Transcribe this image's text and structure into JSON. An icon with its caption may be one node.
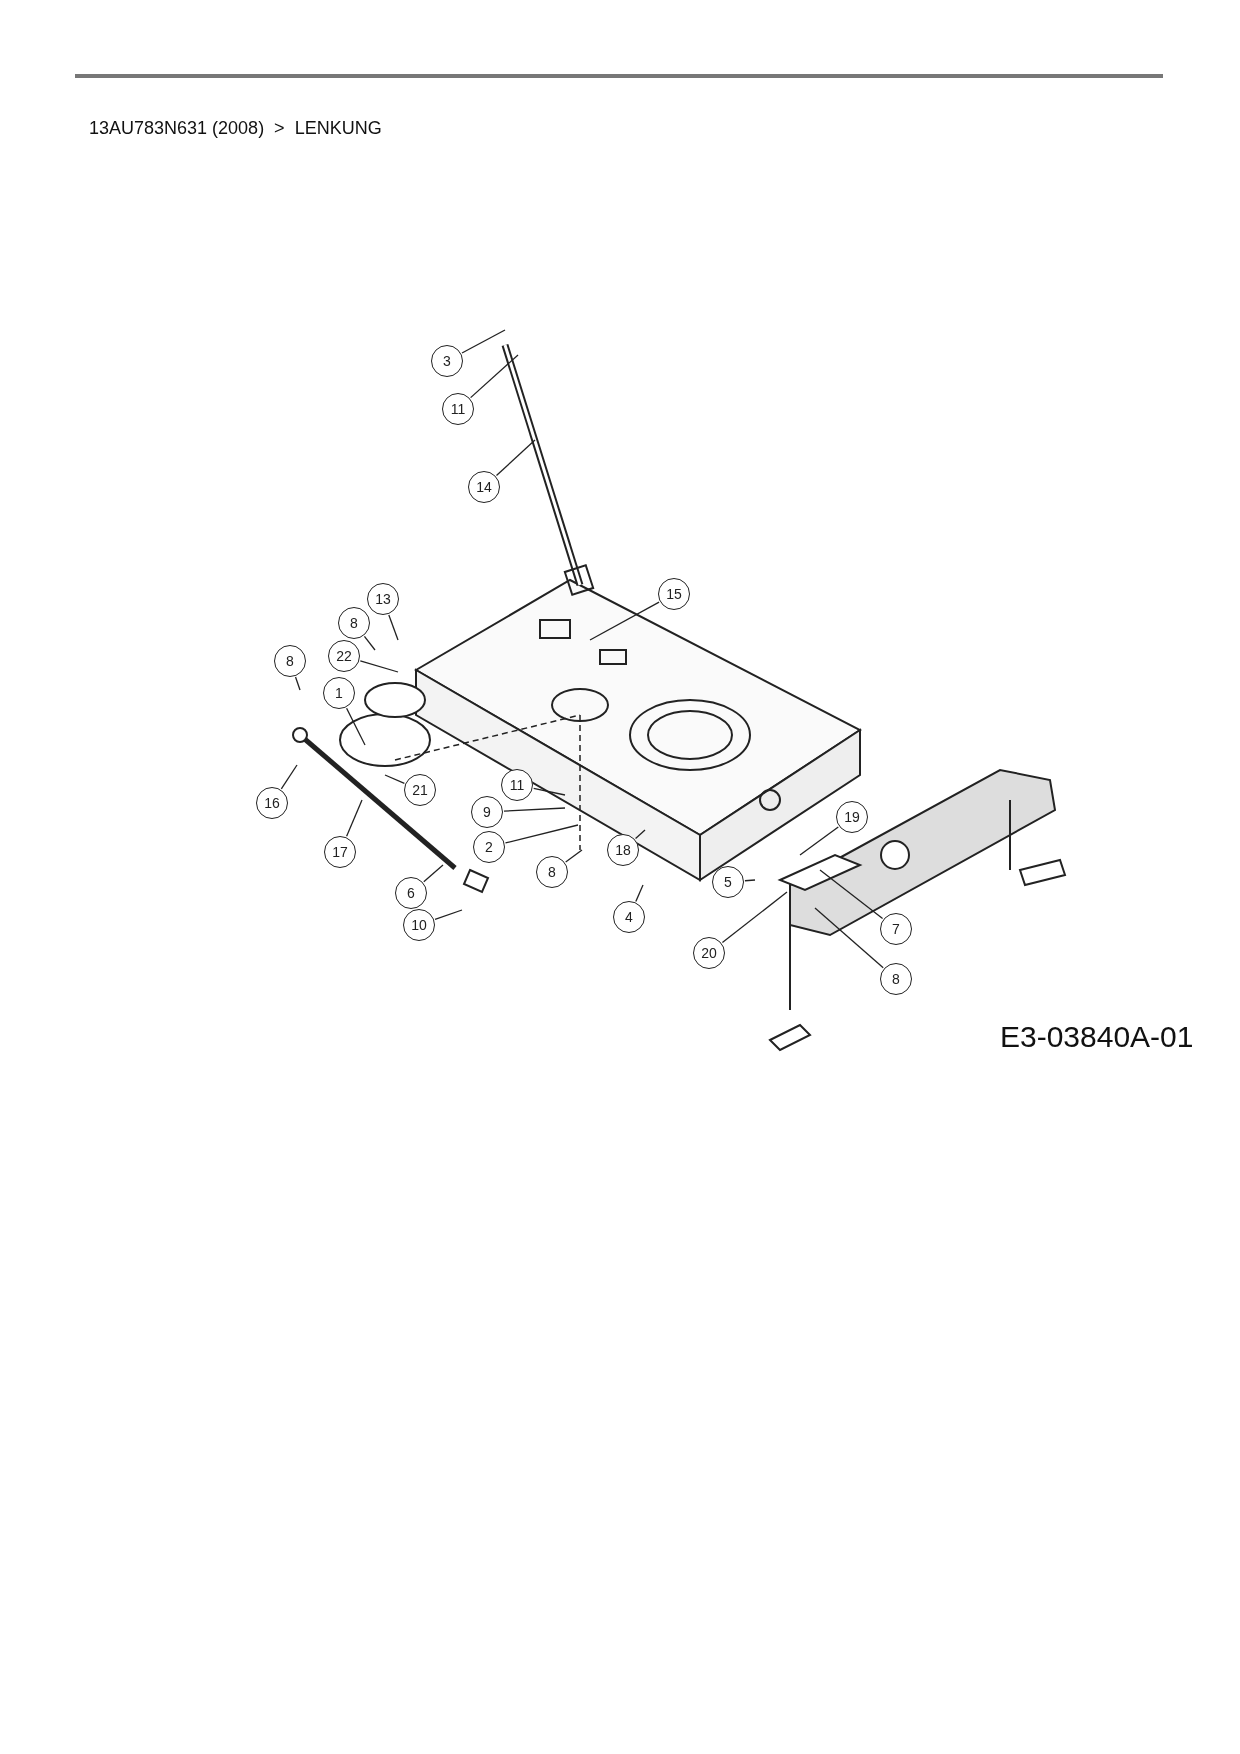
{
  "diagram": {
    "title": "13AU783N631 (2008)  >  LENKUNG",
    "nodes": [
      {
        "text": [
          "3"
        ]
      },
      {
        "text": [
          "11"
        ]
      },
      {
        "text": [
          "14"
        ]
      },
      {
        "text": [
          "15"
        ]
      },
      {
        "text": [
          "13"
        ]
      },
      {
        "text": [
          "8"
        ]
      },
      {
        "text": [
          "22"
        ]
      },
      {
        "text": [
          "8"
        ]
      },
      {
        "text": [
          "1"
        ]
      },
      {
        "text": [
          "16"
        ]
      },
      {
        "text": [
          "21"
        ]
      },
      {
        "text": [
          "11"
        ]
      },
      {
        "text": [
          "9"
        ]
      },
      {
        "text": [
          "2"
        ]
      },
      {
        "text": [
          "8"
        ]
      },
      {
        "text": [
          "18"
        ]
      },
      {
        "text": [
          "17"
        ]
      },
      {
        "text": [
          "6"
        ]
      },
      {
        "text": [
          "10"
        ]
      },
      {
        "text": [
          "4"
        ]
      },
      {
        "text": [
          "5"
        ]
      },
      {
        "text": [
          "19"
        ]
      },
      {
        "text": [
          "7"
        ]
      },
      {
        "text": [
          "20"
        ]
      },
      {
        "text": [
          "8"
        ]
      }
    ],
    "edges": [
      {
        "from": 0,
        "to": null,
        "arrow": "none"
      },
      {
        "from": 1,
        "to": null,
        "arrow": "none"
      },
      {
        "from": 2,
        "to": null,
        "arrow": "none"
      },
      {
        "from": 3,
        "to": null,
        "arrow": "none"
      },
      {
        "from": 4,
        "to": null,
        "arrow": "none"
      },
      {
        "from": 5,
        "to": null,
        "arrow": "none"
      },
      {
        "from": 6,
        "to": null,
        "arrow": "none"
      },
      {
        "from": 7,
        "to": null,
        "arrow": "none"
      },
      {
        "from": 8,
        "to": null,
        "arrow": "none"
      },
      {
        "from": 9,
        "to": null,
        "arrow": "none"
      },
      {
        "from": 10,
        "to": null,
        "arrow": "none"
      },
      {
        "from": 11,
        "to": null,
        "arrow": "none"
      },
      {
        "from": 12,
        "to": null,
        "arrow": "none"
      },
      {
        "from": 13,
        "to": null,
        "arrow": "none"
      },
      {
        "from": 14,
        "to": null,
        "arrow": "none"
      },
      {
        "from": 15,
        "to": null,
        "arrow": "none"
      },
      {
        "from": 16,
        "to": null,
        "arrow": "none"
      },
      {
        "from": 17,
        "to": null,
        "arrow": "none"
      },
      {
        "from": 18,
        "to": null,
        "arrow": "none"
      },
      {
        "from": 19,
        "to": null,
        "arrow": "none"
      },
      {
        "from": 20,
        "to": null,
        "arrow": "none"
      },
      {
        "from": 21,
        "to": null,
        "arrow": "none"
      },
      {
        "from": 22,
        "to": null,
        "arrow": "none"
      },
      {
        "from": 23,
        "to": null,
        "arrow": "none"
      },
      {
        "from": 24,
        "to": null,
        "arrow": "none"
      }
    ],
    "labels": [
      "E3-03840A-01"
    ]
  }
}
